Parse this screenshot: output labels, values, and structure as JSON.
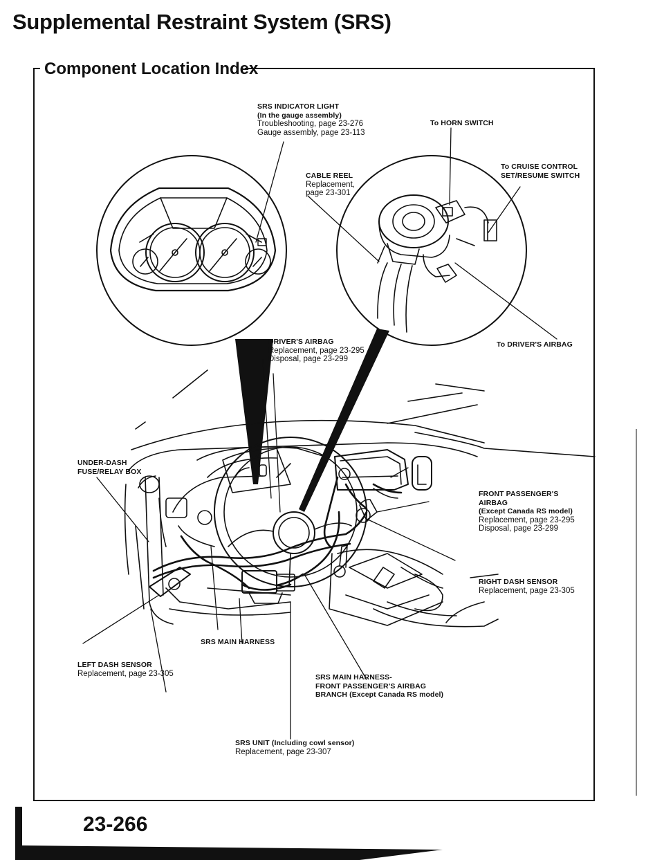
{
  "page": {
    "title": "Supplemental Restraint System (SRS)",
    "subtitle": "Component Location Index",
    "page_number": "23-266"
  },
  "labels": {
    "srs_indicator": {
      "name": "SRS INDICATOR LIGHT",
      "qualifier": "(In the gauge assembly)",
      "line1": "Troubleshooting, page 23-276",
      "line2": "Gauge assembly, page 23-113"
    },
    "cable_reel": {
      "name": "CABLE REEL",
      "line1": "Replacement,",
      "line2": "page 23-301"
    },
    "horn_switch": {
      "name": "To HORN SWITCH"
    },
    "cruise_control": {
      "name1": "To CRUISE CONTROL",
      "name2": "SET/RESUME SWITCH"
    },
    "drivers_airbag": {
      "name": "DRIVER'S AIRBAG",
      "line1": "Replacement, page 23-295",
      "line2": "Disposal, page 23-299"
    },
    "to_drivers_airbag": {
      "name": "To DRIVER'S AIRBAG"
    },
    "under_dash_box": {
      "name1": "UNDER-DASH",
      "name2": "FUSE/RELAY BOX"
    },
    "front_passenger_airbag": {
      "name1": "FRONT PASSENGER'S",
      "name2": "AIRBAG",
      "qualifier": "(Except Canada RS model)",
      "line1": "Replacement, page 23-295",
      "line2": "Disposal, page 23-299"
    },
    "right_dash_sensor": {
      "name": "RIGHT DASH SENSOR",
      "line1": "Replacement, page 23-305"
    },
    "srs_main_harness": {
      "name": "SRS MAIN HARNESS"
    },
    "left_dash_sensor": {
      "name": "LEFT DASH SENSOR",
      "line1": "Replacement, page 23-305"
    },
    "harness_branch": {
      "name1": "SRS MAIN HARNESS-",
      "name2": "FRONT PASSENGER'S AIRBAG",
      "name3": "BRANCH (Except Canada RS model)"
    },
    "srs_unit": {
      "name": "SRS UNIT",
      "qualifier": "(Including cowl sensor)",
      "line1": "Replacement, page 23-307"
    }
  }
}
